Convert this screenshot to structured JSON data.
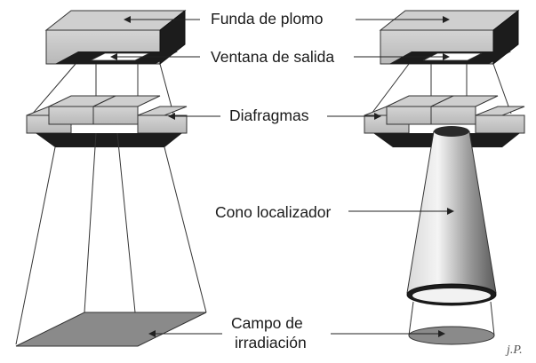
{
  "labels": {
    "housing": "Funda de plomo",
    "exit_window": "Ventana de salida",
    "diaphragms": "Diafragmas",
    "locator_cone": "Cono localizador",
    "field_line1": "Campo de",
    "field_line2": "irradiación"
  },
  "signature": "j.P.",
  "colors": {
    "box_front": "#c9c9c9",
    "box_top": "#bfbfbf",
    "box_dark": "#1c1c1c",
    "field_fill": "#8a8a8a",
    "line": "#222222"
  },
  "icons": [
    "arrow-left-icon",
    "arrow-right-icon"
  ]
}
